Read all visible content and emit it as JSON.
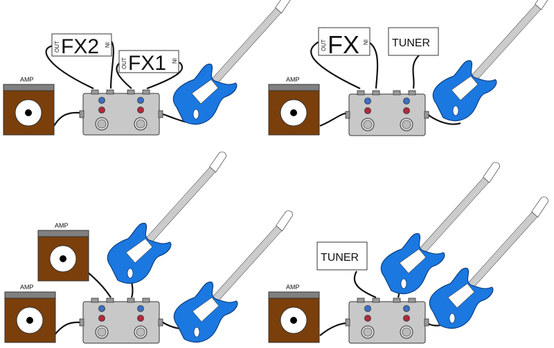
{
  "colors": {
    "amp_body": "#7a3f0b",
    "amp_top": "#808080",
    "pedal_body": "#c8c8c8",
    "led_blue": "#3a6fc4",
    "led_red": "#b02a3a",
    "guitar_body": "#1a78e0",
    "cable": "#111111"
  },
  "panels": [
    {
      "id": "top-left",
      "amps": [
        {
          "label": "AMP"
        }
      ],
      "boxes": [
        {
          "title": "FX2",
          "out": "OUT",
          "in": "IN"
        },
        {
          "title": "FX1",
          "out": "OUT",
          "in": "IN"
        }
      ]
    },
    {
      "id": "top-right",
      "amps": [
        {
          "label": "AMP"
        }
      ],
      "boxes": [
        {
          "title": "FX",
          "out": "OUT",
          "in": "IN"
        },
        {
          "title": "TUNER"
        }
      ]
    },
    {
      "id": "bottom-left",
      "amps": [
        {
          "label": "AMP"
        },
        {
          "label": "AMP"
        }
      ],
      "boxes": []
    },
    {
      "id": "bottom-right",
      "amps": [
        {
          "label": "AMP"
        }
      ],
      "boxes": [
        {
          "title": "TUNER"
        }
      ]
    }
  ]
}
